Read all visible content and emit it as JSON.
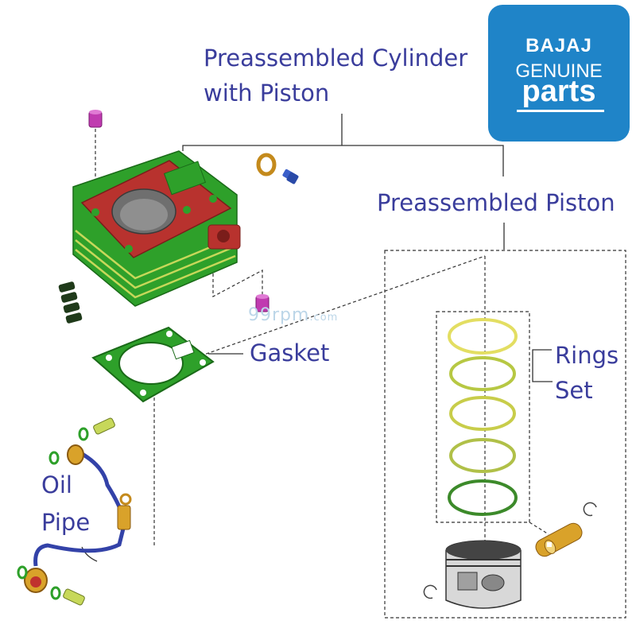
{
  "logo": {
    "brand": "BAJAJ",
    "line1": "GENUINE",
    "line2": "parts"
  },
  "watermark": {
    "main": "99rpm",
    "suffix": ".com"
  },
  "labels": {
    "cylinder_line1": "Preassembled Cylinder",
    "cylinder_line2": "with Piston",
    "piston": "Preassembled Piston",
    "gasket": "Gasket",
    "rings_line1": "Rings",
    "rings_line2": "Set",
    "oil_line1": "Oil",
    "oil_line2": "Pipe"
  },
  "colors": {
    "label_text": "#3a3d9c",
    "cylinder_body": "#2ea02a",
    "cylinder_top": "#b8322e",
    "logo_bg": "#1f84c8",
    "oil_pipe": "#3342a8",
    "brass": "#d9a22a"
  }
}
